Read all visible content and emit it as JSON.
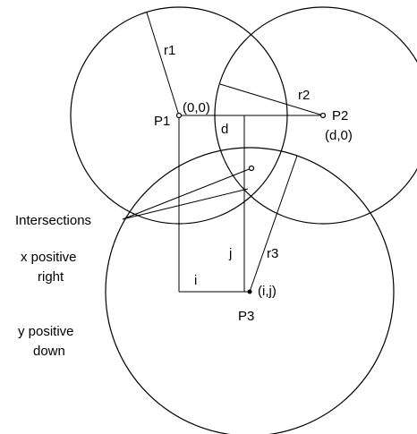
{
  "labels": {
    "r1": "r1",
    "r2": "r2",
    "r3": "r3",
    "p1": "P1",
    "p1_coord": "(0,0)",
    "p2": "P2",
    "p2_coord": "(d,0)",
    "p3": "P3",
    "p3_coord": "(i,j)",
    "d": "d",
    "i": "i",
    "j": "j",
    "intersections": "Intersections",
    "x_line1": "x positive",
    "x_line2": "right",
    "y_line1": "y positive",
    "y_line2": "down"
  }
}
